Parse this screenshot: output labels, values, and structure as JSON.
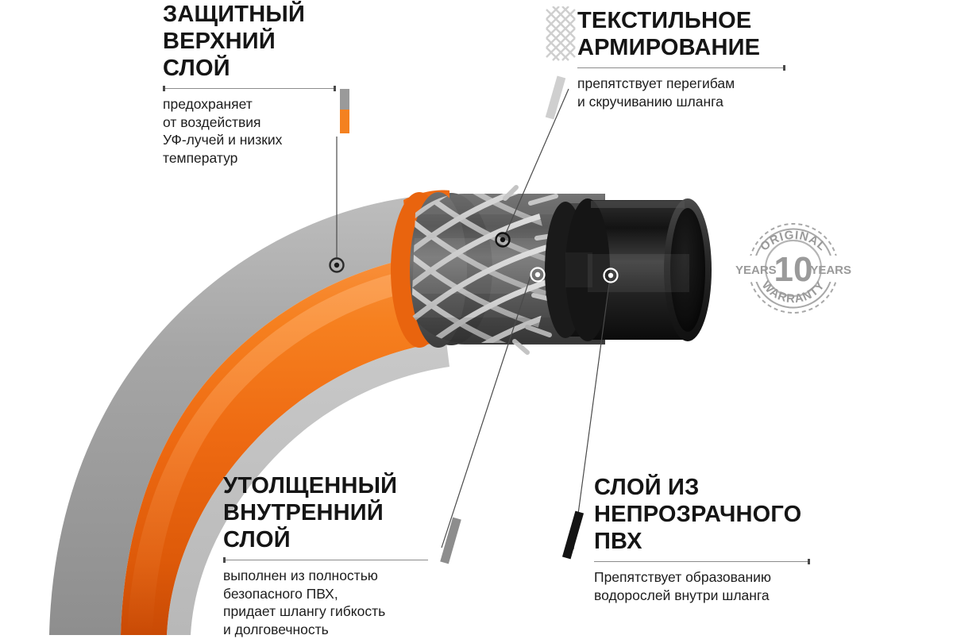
{
  "page": {
    "title": "Схема строения шланга",
    "background": "#ffffff",
    "accent_orange": "#F0701E",
    "accent_gray": "#9E9E9E",
    "accent_dark": "#3A3A3A",
    "text_color": "#151515"
  },
  "callouts": [
    {
      "id": "protective-top-layer",
      "heading": "ЗАЩИТНЫЙ\nВЕРХНИЙ\nСЛОЙ",
      "body": "предохраняет\nот воздействия\nУФ-лучей и низких\nтемператур",
      "marker": "two-tone-bar",
      "marker_colors": [
        "#9a9a9a",
        "#F48120"
      ]
    },
    {
      "id": "textile-reinforcement",
      "heading": "ТЕКСТИЛЬНОЕ\nАРМИРОВАНИЕ",
      "body": "препятствует перегибам\nи скручиванию шланга",
      "marker": "light-gray-slant-bar",
      "marker_colors": [
        "#cfcfcf"
      ],
      "icon": "mesh-braid-icon"
    },
    {
      "id": "thickened-inner-layer",
      "heading": "УТОЛЩЕННЫЙ\nВНУТРЕННИЙ\nСЛОЙ",
      "body": "выполнен из полностью\nбезопасного ПВХ,\nпридает шлангу гибкость\nи долговечность",
      "marker": "gray-slant-bar",
      "marker_colors": [
        "#8d8d8d"
      ]
    },
    {
      "id": "opaque-pvc-layer",
      "heading": "СЛОЙ ИЗ\nНЕПРОЗРАЧНОГО\nПВХ",
      "body": "Препятствует образованию\nводорослей внутри шланга",
      "marker": "black-slant-bar",
      "marker_colors": [
        "#141414"
      ]
    }
  ],
  "badge": {
    "top_arc_text": "ORIGINAL",
    "bottom_arc_text": "WARRANTY",
    "center_number": "10",
    "left_text": "YEARS",
    "right_text": "YEARS",
    "color": "#9a9a9a"
  },
  "product": {
    "name": "hose-cutaway-illustration",
    "layers": [
      {
        "name": "outer-protective-layer",
        "color": "#9E9E9E"
      },
      {
        "name": "orange-pvc-body",
        "color": "#F0701E"
      },
      {
        "name": "textile-braid-reinforcement",
        "color": "#C9C9C9"
      },
      {
        "name": "thickened-inner-layer",
        "color": "#595959"
      },
      {
        "name": "opaque-black-pvc-tube",
        "color": "#1E1E1E"
      }
    ]
  }
}
